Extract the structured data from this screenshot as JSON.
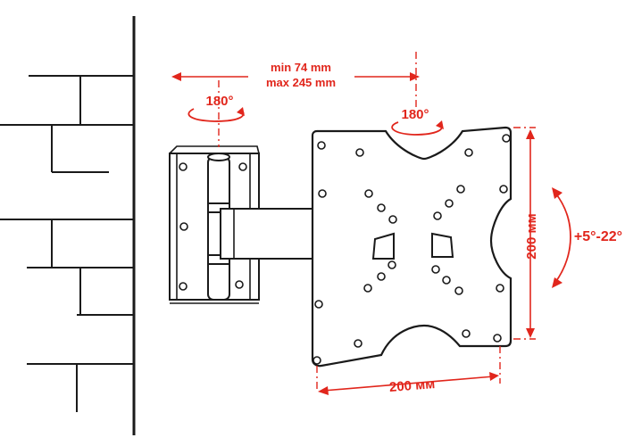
{
  "reach_label_min": "min 74 mm",
  "reach_label_max": "max 245 mm",
  "swivel_wall_label": "180°",
  "swivel_plate_label": "180°",
  "tilt_label": "+5°-22°",
  "width_label": "200 мм",
  "height_label": "200 мм",
  "colors": {
    "accent": "#e1261c",
    "line": "#1a1a1a"
  }
}
